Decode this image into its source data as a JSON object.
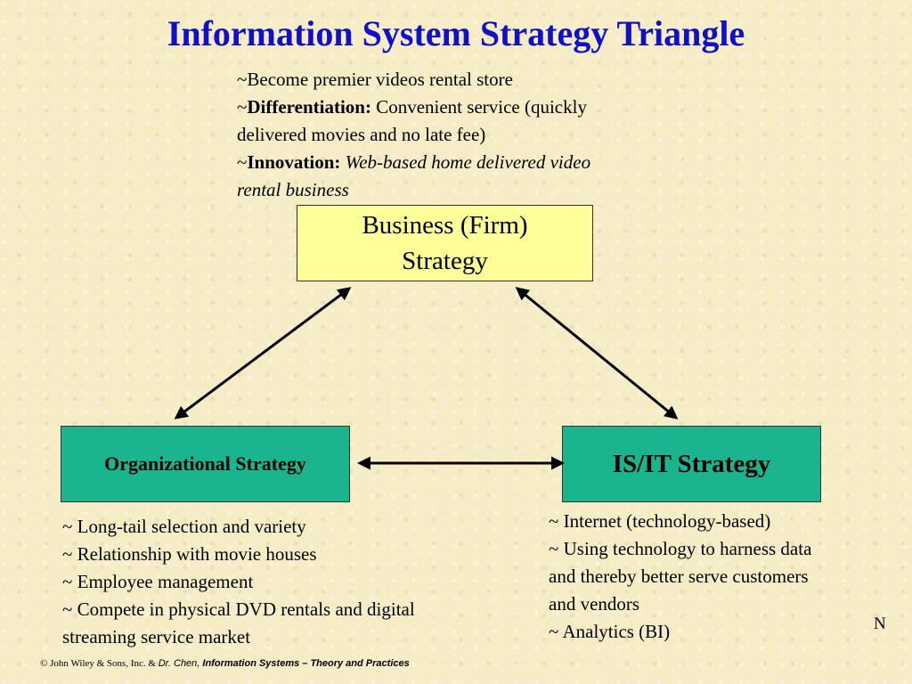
{
  "title": "Information System Strategy Triangle",
  "business_notes": {
    "line1": "~Become premier videos rental store",
    "line2_prefix": "~",
    "line2_bold": "Differentiation:",
    "line2_rest": " Convenient service (quickly",
    "line3": "delivered movies and no late fee)",
    "line4_prefix": "~",
    "line4_bold": "Innovation:",
    "line4_italic": " Web-based home delivered video",
    "line5_italic": "rental business"
  },
  "boxes": {
    "business_line1": "Business (Firm)",
    "business_line2": "Strategy",
    "organizational": "Organizational Strategy",
    "isit": "IS/IT Strategy"
  },
  "org_notes": [
    "~ Long-tail selection and variety",
    "~ Relationship with movie houses",
    "~ Employee management",
    "~ Compete in physical DVD rentals and digital",
    "streaming service market"
  ],
  "isit_notes": [
    "~ Internet (technology-based)",
    "~ Using technology to harness data",
    "and thereby better serve customers",
    "and vendors",
    "~ Analytics (BI)"
  ],
  "slide_mark": "N",
  "footer": {
    "part1": "© John Wiley & Sons, Inc. & ",
    "part2": "Dr. Chen, ",
    "part3": "Information Systems – Theory and Practices"
  },
  "colors": {
    "title": "#1010c8",
    "business_box": "#ffff99",
    "strategy_boxes": "#1ab58f"
  }
}
